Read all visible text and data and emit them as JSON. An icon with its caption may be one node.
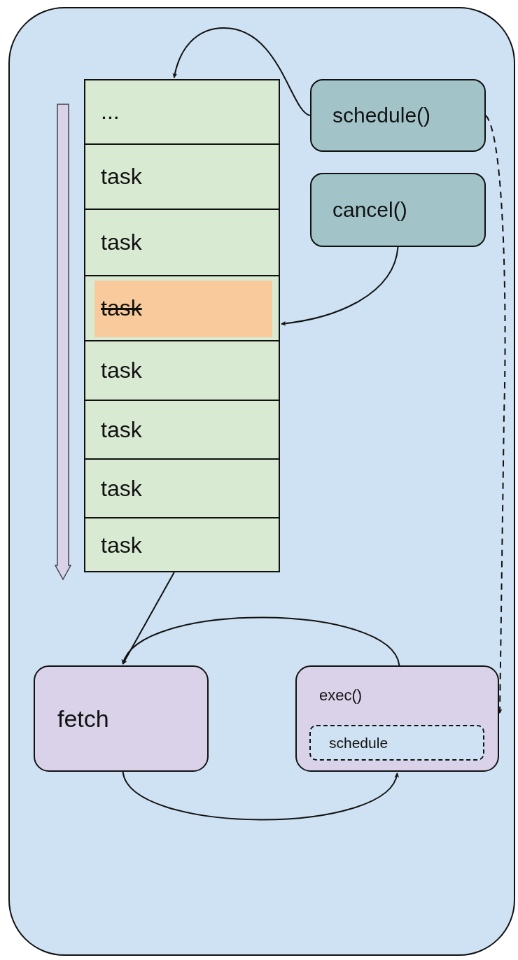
{
  "diagram": {
    "nodes": [
      {
        "text": [],
        "shape": "box"
      },
      {
        "text": [],
        "shape": "box",
        "in": 0
      },
      {
        "text": [
          "..."
        ],
        "in": 1
      },
      {
        "text": [
          "task"
        ],
        "in": 1
      },
      {
        "text": [
          "task"
        ],
        "in": 1
      },
      {
        "text": [
          "task"
        ],
        "in": 1
      },
      {
        "text": [
          "task"
        ],
        "in": 1
      },
      {
        "text": [
          "task"
        ],
        "in": 1
      },
      {
        "text": [
          "task"
        ],
        "in": 1
      },
      {
        "text": [
          "task"
        ],
        "in": 1
      },
      {
        "text": [
          "schedule()"
        ],
        "in": 0
      },
      {
        "text": [
          "cancel()"
        ],
        "in": 0
      },
      {
        "text": [
          "fetch"
        ],
        "in": 0
      },
      {
        "text": [
          "exec()"
        ],
        "in": 0
      },
      {
        "text": [
          "schedule"
        ],
        "in": 13
      }
    ],
    "edges": [
      {
        "from": 10,
        "to": 1,
        "arrow": "to"
      },
      {
        "from": 11,
        "to": 5,
        "arrow": "to"
      },
      {
        "from": 1,
        "to": 12,
        "arrow": "to"
      },
      {
        "from": 13,
        "to": 12,
        "arrow": "to"
      },
      {
        "from": 12,
        "to": 13,
        "arrow": "to"
      },
      {
        "from": 10,
        "to": 13,
        "arrow": "to",
        "style": "dashed"
      }
    ]
  }
}
